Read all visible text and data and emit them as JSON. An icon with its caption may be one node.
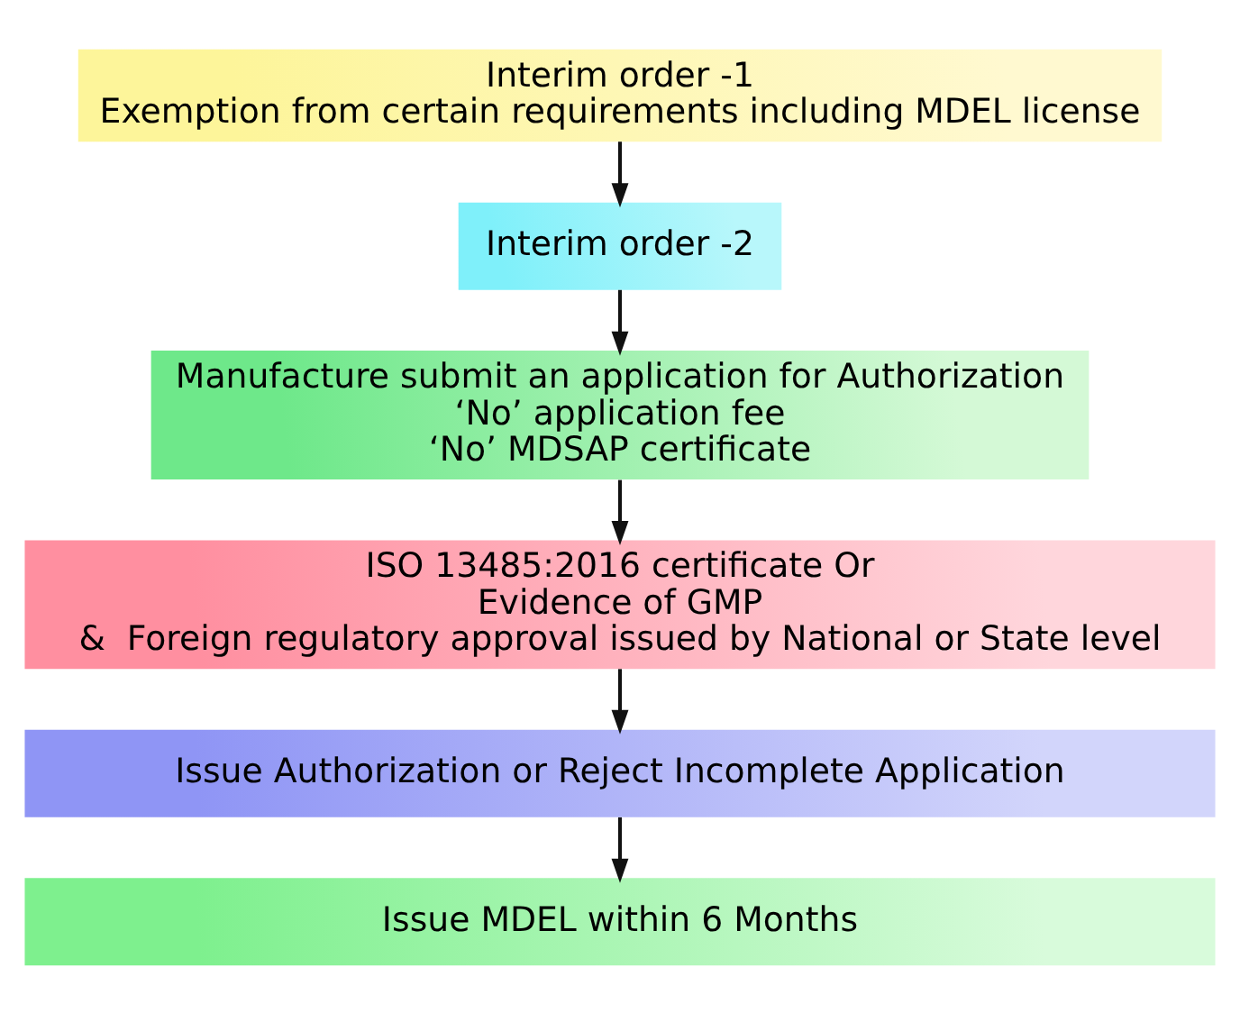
{
  "diagram": {
    "nodes": [
      {
        "text": [
          "Interim order -1",
          "Exemption from certain requirements including MDEL license"
        ]
      },
      {
        "text": [
          "Interim order -2"
        ]
      },
      {
        "text": [
          "Manufacture submit an application for Authorization",
          "‘No’ application fee",
          "‘No’ MDSAP certificate"
        ]
      },
      {
        "text": [
          "ISO 13485:2016 certificate Or",
          "Evidence of GMP",
          "&  Foreign regulatory approval issued by National or State level"
        ]
      },
      {
        "text": [
          "Issue Authorization or Reject Incomplete Application"
        ]
      },
      {
        "text": [
          "Issue MDEL within 6 Months"
        ]
      }
    ],
    "edges": [
      {
        "from": 0,
        "to": 1,
        "arrow": "to"
      },
      {
        "from": 1,
        "to": 2,
        "arrow": "to"
      },
      {
        "from": 2,
        "to": 3,
        "arrow": "to"
      },
      {
        "from": 3,
        "to": 4,
        "arrow": "to"
      },
      {
        "from": 4,
        "to": 5,
        "arrow": "to"
      }
    ]
  }
}
